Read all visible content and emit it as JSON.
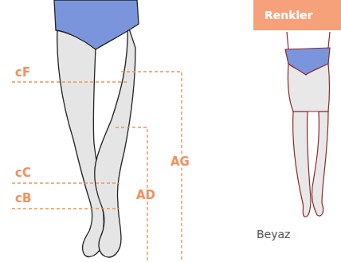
{
  "diagram": {
    "nodes": [
      {
        "text": [
          "Renkler"
        ]
      }
    ],
    "labels": [
      "cF",
      "cC",
      "cB",
      "AD",
      "AG",
      "Beyaz"
    ]
  }
}
